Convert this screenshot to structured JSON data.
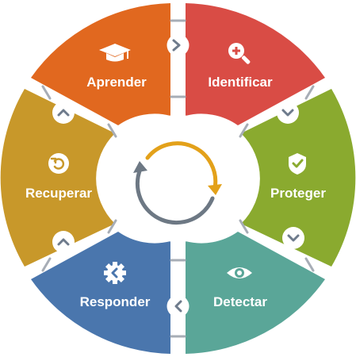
{
  "diagram": {
    "segments": [
      {
        "key": "identificar",
        "label": "Identificar",
        "icon": "magnify-plus-icon",
        "color": "#d94c45"
      },
      {
        "key": "proteger",
        "label": "Proteger",
        "icon": "shield-check-icon",
        "color": "#8aaa2f"
      },
      {
        "key": "detectar",
        "label": "Detectar",
        "icon": "eye-icon",
        "color": "#5aa698"
      },
      {
        "key": "responder",
        "label": "Responder",
        "icon": "gear-arrow-icon",
        "color": "#4a76ad"
      },
      {
        "key": "recuperar",
        "label": "Recuperar",
        "icon": "refresh-icon",
        "color": "#c8982a"
      },
      {
        "key": "aprender",
        "label": "Aprender",
        "icon": "graduation-cap-icon",
        "color": "#e1681f"
      }
    ],
    "arrow_colors": {
      "orange": "#e3a11a",
      "gray": "#6d7884"
    },
    "connector_color": "#6e7b8c"
  }
}
